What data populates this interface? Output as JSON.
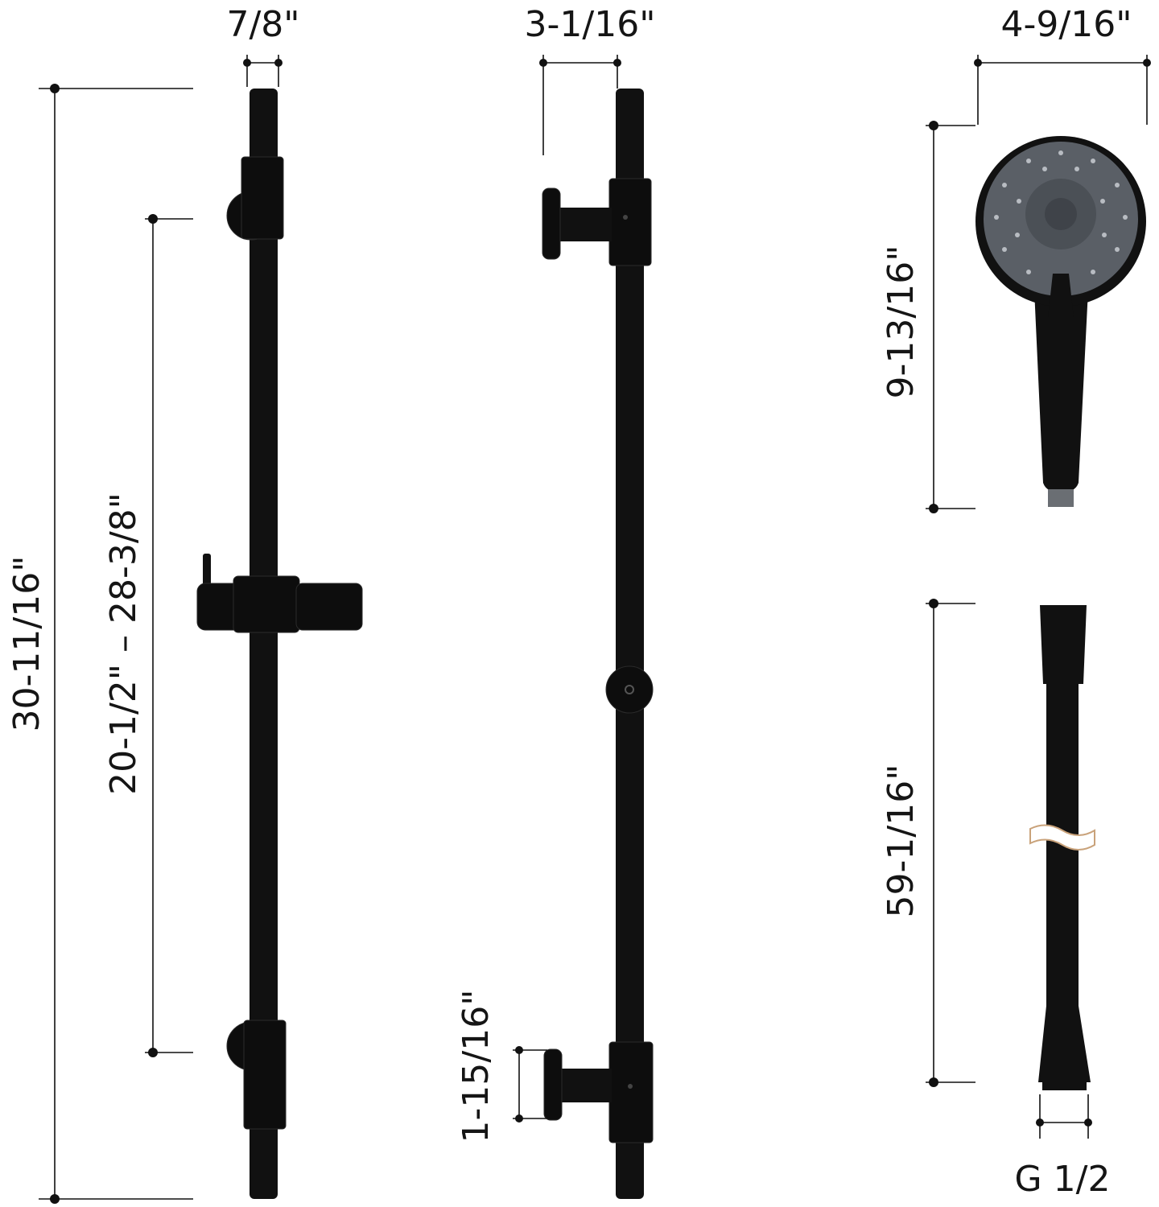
{
  "dimensions": {
    "rod_diameter": "7/8\"",
    "bracket_depth": "3-1/16\"",
    "head_diameter": "4-9/16\"",
    "bar_length": "30-11/16\"",
    "bracket_spacing": "20-1/2\" – 28-3/8\"",
    "handheld_length": "9-13/16\"",
    "hose_length": "59-1/16\"",
    "flange_diameter": "1-15/16\"",
    "thread": "G 1/2"
  },
  "colors": {
    "finish": "#111111",
    "spray_face": "#5a5f66",
    "background": "#ffffff"
  }
}
